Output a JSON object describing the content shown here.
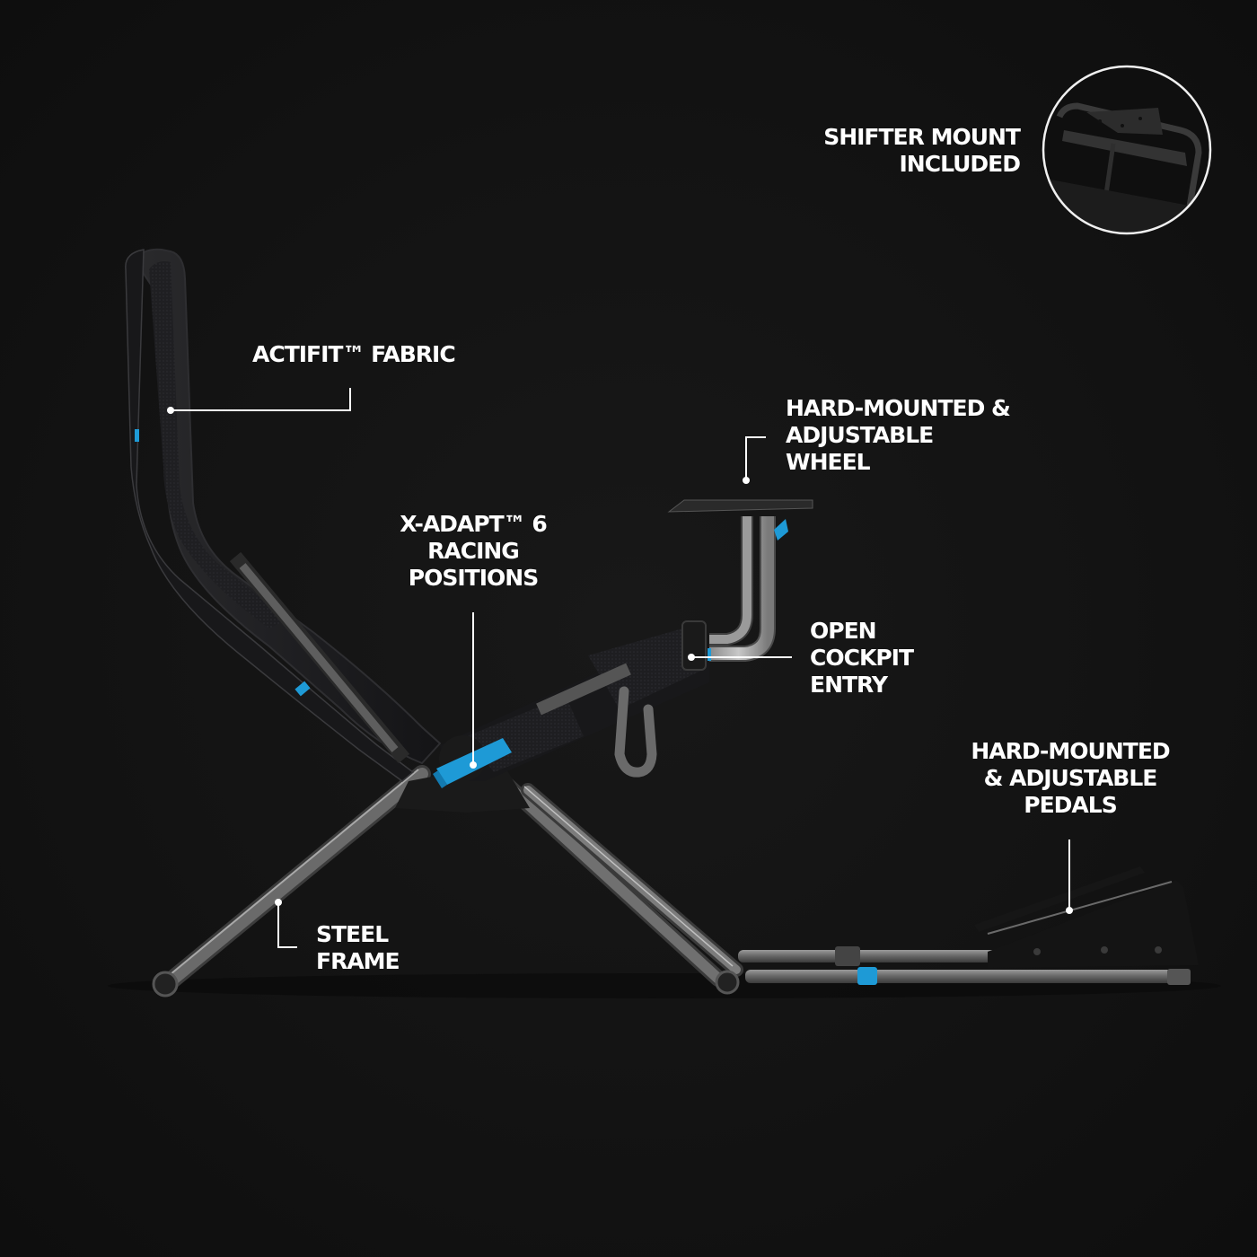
{
  "product": {
    "name": "Racing cockpit chair",
    "colors": {
      "background": "#131313",
      "accent_blue": "#1e9ad6",
      "frame_steel": "#6e6e6e",
      "fabric": "#1c1c1e",
      "callout_line": "#ffffff"
    }
  },
  "callouts": {
    "shifter": {
      "lines": [
        "SHIFTER MOUNT",
        "INCLUDED"
      ],
      "icon": "shifter-mount-inset-photo"
    },
    "fabric": {
      "lines": [
        "ACTIFIT™ FABRIC"
      ]
    },
    "wheel": {
      "lines": [
        "HARD-MOUNTED &",
        "ADJUSTABLE",
        "WHEEL"
      ]
    },
    "xadapt": {
      "lines": [
        "X-ADAPT™ 6",
        "RACING",
        "POSITIONS"
      ]
    },
    "cockpit": {
      "lines": [
        "OPEN",
        "COCKPIT",
        "ENTRY"
      ]
    },
    "pedals": {
      "lines": [
        "HARD-MOUNTED",
        "& ADJUSTABLE",
        "PEDALS"
      ]
    },
    "frame": {
      "lines": [
        "STEEL",
        "FRAME"
      ]
    }
  }
}
